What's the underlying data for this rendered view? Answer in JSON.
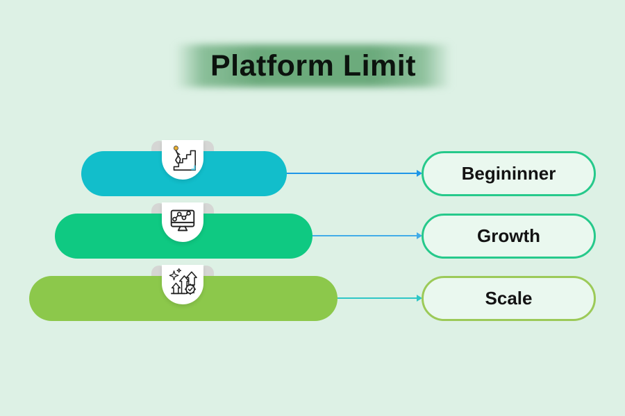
{
  "title": {
    "text": "Platform Limit"
  },
  "levels": [
    {
      "name": "beginner",
      "label": "Begininner",
      "bar_color": "#12BECB",
      "pill_border_color": "#26C98B",
      "pill_fill_color": "#EAF8EF",
      "connector_color": "#1E96E8",
      "icon": "person-climbing-stairs-icon"
    },
    {
      "name": "growth",
      "label": "Growth",
      "bar_color": "#0FC982",
      "pill_border_color": "#26C98B",
      "pill_fill_color": "#EAF8EF",
      "connector_color": "#41ACE8",
      "icon": "analytics-monitor-icon"
    },
    {
      "name": "scale",
      "label": "Scale",
      "bar_color": "#8CC84B",
      "pill_border_color": "#9CCA58",
      "pill_fill_color": "#EAF8EF",
      "connector_color": "#2EC7C6",
      "icon": "growth-arrows-gear-icon"
    }
  ],
  "colors": {
    "background": "#DDF1E5",
    "title_band": "#65A676",
    "title_text": "#0C130E",
    "tab_fill": "#FFFFFF",
    "tab_ear": "#D5D6D4",
    "label_text": "#131313",
    "icon_accent_gold": "#E6AE33",
    "icon_accent_teal": "#54C7DF"
  }
}
